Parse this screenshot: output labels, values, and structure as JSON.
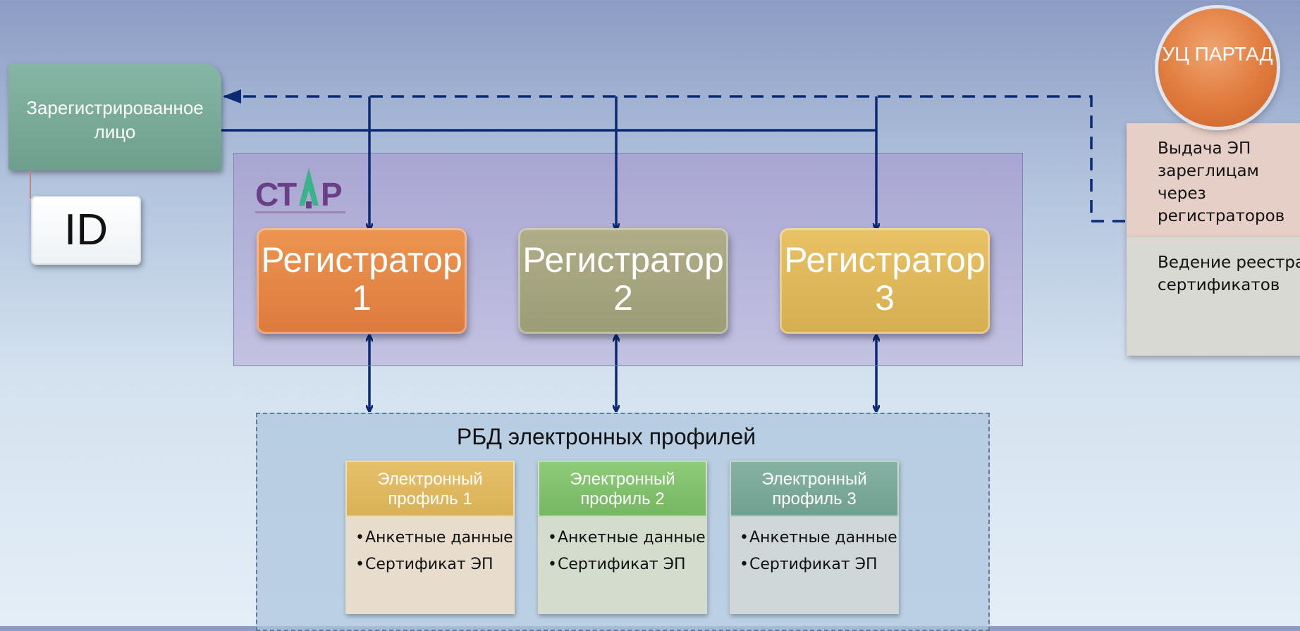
{
  "registered_person": {
    "label": "Зарегистрированное лицо"
  },
  "id_card": {
    "label": "ID"
  },
  "star_logo": {
    "text": "СТАР",
    "icon": "star-logo-icon"
  },
  "registrars": [
    {
      "label": "Регистратор 1"
    },
    {
      "label": "Регистратор 2"
    },
    {
      "label": "Регистратор 3"
    }
  ],
  "database": {
    "title": "РБД электронных профилей",
    "profiles": [
      {
        "title": "Электронный профиль 1",
        "items": [
          "Анкетные данные",
          "Сертификат ЭП"
        ]
      },
      {
        "title": "Электронный профиль 2",
        "items": [
          "Анкетные данные",
          "Сертификат ЭП"
        ]
      },
      {
        "title": "Электронный профиль 3",
        "items": [
          "Анкетные данные",
          "Сертификат ЭП"
        ]
      }
    ]
  },
  "ca": {
    "name": "УЦ ПАРТАД",
    "functions": [
      "Выдача ЭП зареглицам через регистраторов",
      "Ведение реестра сертификатов"
    ]
  },
  "colors": {
    "connector": "#0a2a73",
    "registrar_1": "#dd7a3e",
    "registrar_2": "#9b9d77",
    "registrar_3": "#d4ae50",
    "ca": "#e07a3c"
  }
}
